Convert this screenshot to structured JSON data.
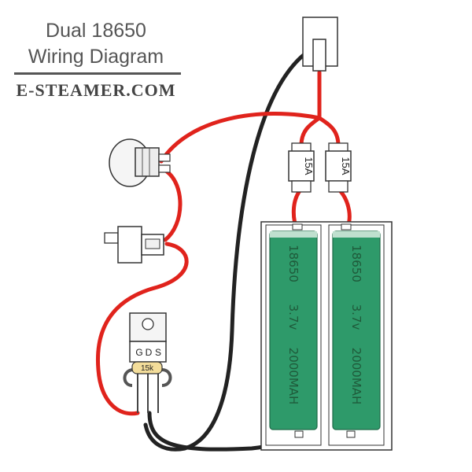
{
  "title": {
    "line1": "Dual 18650",
    "line2": "Wiring Diagram"
  },
  "brand": "E-STEAMER.COM",
  "fuses": [
    {
      "label": "15A"
    },
    {
      "label": "15A"
    }
  ],
  "batteries": [
    {
      "model": "18650",
      "voltage": "3.7v",
      "capacity": "2000MAH"
    },
    {
      "model": "18650",
      "voltage": "3.7v",
      "capacity": "2000MAH"
    }
  ],
  "mosfet": {
    "pins": [
      "G",
      "D",
      "S"
    ]
  },
  "resistor": {
    "label": "15k"
  },
  "colors": {
    "positive_wire": "#e0231c",
    "negative_wire": "#222222",
    "battery_body": "#2e9a6a",
    "resistor_body": "#f3dd9a"
  },
  "components": [
    "push-button",
    "usb-connector",
    "mosfet",
    "fuse-holder",
    "battery-sled",
    "output-terminal"
  ]
}
